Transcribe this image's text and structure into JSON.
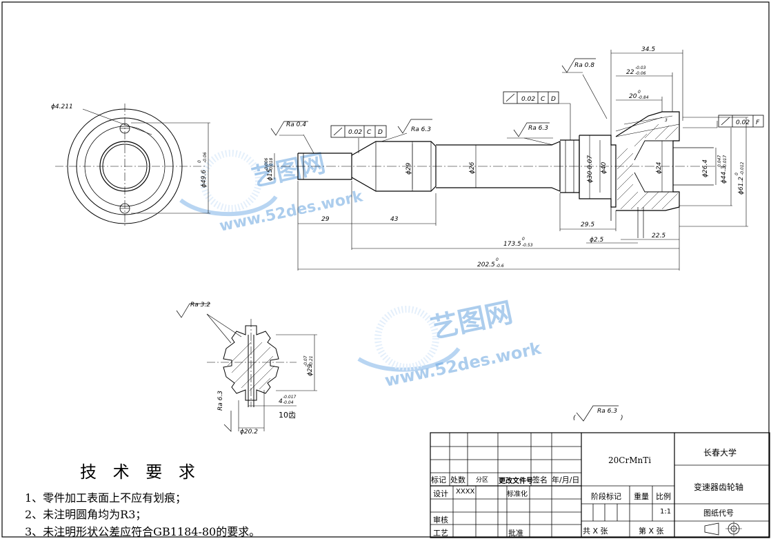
{
  "drawing": {
    "shaft": {
      "roughness": {
        "left_step": "Ra 0.4",
        "mid": "Ra 6.3",
        "center": "Ra 6.3",
        "flange": "Ra 0.8"
      },
      "tolerance_frames": [
        {
          "value": "0.02",
          "refs": [
            "C",
            "D"
          ]
        },
        {
          "value": "0.02",
          "refs": [
            "C",
            "D"
          ]
        },
        {
          "value": "0.02",
          "refs": [
            "F"
          ]
        }
      ],
      "dimensions": {
        "len_29": "29",
        "len_43": "43",
        "len_29_5": "29.5",
        "dia_2_5": "ϕ2.5",
        "len_22_5": "22.5",
        "len_173_5": "173.5",
        "len_173_5_tol": "0",
        "len_173_5_tol2": "-0.53",
        "len_202_5": "202.5",
        "len_202_5_tol": "0",
        "len_202_5_tol2": "-0.6",
        "len_34_5": "34.5",
        "len_22": "22",
        "len_22_tol": "-0.03",
        "len_22_tol2": "-0.06",
        "len_20": "20",
        "len_20_tol": "0",
        "len_20_tol2": "-0.84",
        "dia_15": "ϕ15",
        "dia_15_tol": "-0.006",
        "dia_15_tol2": "-0.018",
        "dia_29": "ϕ29",
        "dia_26": "ϕ26",
        "dia_30": "ϕ30",
        "dia_30_val": "0.07",
        "dia_40": "ϕ40",
        "dia_24": "ϕ24",
        "dia_26_4": "ϕ26.4",
        "dia_44_3": "ϕ44.3",
        "dia_44_3_tol": "0.047",
        "dia_44_3_tol2": "0.017",
        "dia_61_2": "ϕ61.2",
        "dia_61_2_tol": "0",
        "dia_61_2_tol2": "-0.012",
        "chamfer": "3"
      }
    },
    "end_view": {
      "dia_4_211": "ϕ4.211",
      "dia_49_6": "ϕ49.6",
      "dia_49_6_tol": "0",
      "dia_49_6_tol2": "-0.06"
    },
    "spline": {
      "roughness_top": "Ra 3.2",
      "roughness_side": "Ra 6.3",
      "dia_29": "ϕ29",
      "dia_29_tol": "-0.07",
      "dia_29_tol2": "-0.21",
      "width_4": "4",
      "width_4_tol": "-0.017",
      "width_4_tol2": "-0.04",
      "teeth": "10齿",
      "dia_20_2": "ϕ20.2"
    },
    "general_roughness": "Ra 6.3"
  },
  "watermark": {
    "brand": "艺图网",
    "url": "www.52des.work"
  },
  "tech_requirements": {
    "title": "技 术 要 求",
    "items": [
      "1、零件加工表面上不应有划痕；",
      "2、未注明圆角均为R3；",
      "3、未注明形状公差应符合GB1184-80的要求。"
    ]
  },
  "title_block": {
    "material": "20CrMnTi",
    "school": "长春大学",
    "part_name": "变速器齿轮轴",
    "drawing_code": "图纸代号",
    "stage_mark": "阶段标记",
    "weight": "重量",
    "scale_label": "比例",
    "scale": "1:1",
    "total_sheets": "共 X 张",
    "sheet_no": "第 X 张",
    "headers": {
      "mark": "标记",
      "count": "处数",
      "zone": "分区",
      "change_doc": "更改文件号",
      "sign": "签名",
      "date": "年/月/日"
    },
    "design_label": "设计",
    "design_value": "XXXX",
    "standardize": "标准化",
    "review": "审核",
    "process": "工艺",
    "approve": "批准"
  }
}
